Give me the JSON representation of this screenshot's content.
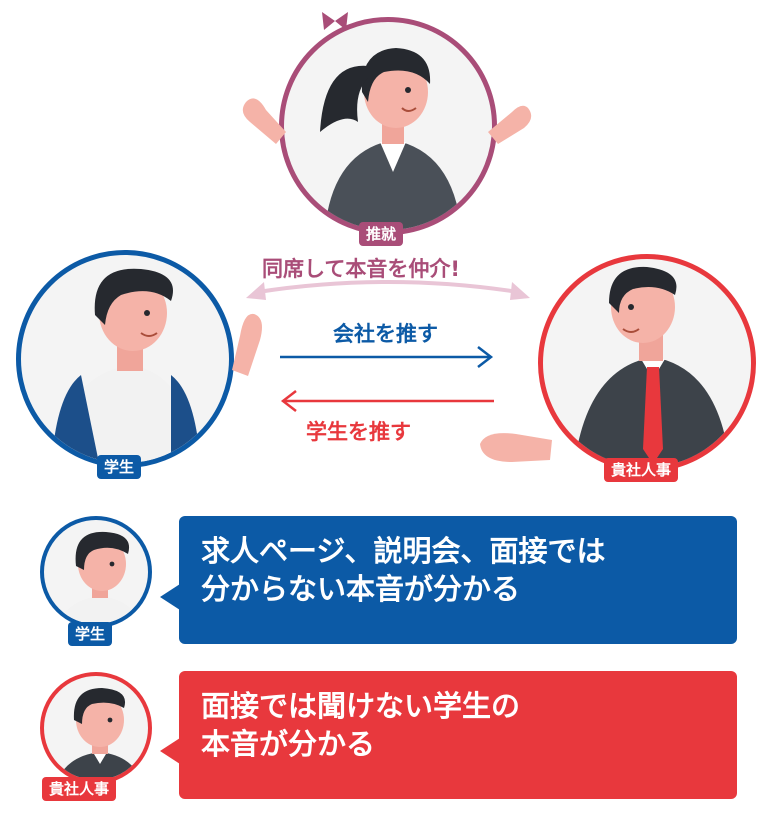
{
  "colors": {
    "agent": "#a94d78",
    "student": "#0c5aa6",
    "company": "#e8383d",
    "mediation_arrow": "#e9c5d6"
  },
  "top_diagram": {
    "agent_badge": "推就",
    "mediation_label": "同席して本音を仲介!",
    "student_badge": "学生",
    "company_badge": "貴社人事",
    "arrow_to_company_label": "会社を推す",
    "arrow_to_student_label": "学生を推す"
  },
  "bubbles": [
    {
      "badge": "学生",
      "line1": "求人ページ、説明会、面接では",
      "line2": "分からない本音が分かる"
    },
    {
      "badge": "貴社人事",
      "line1": "面接では聞けない学生の",
      "line2": "本音が分かる"
    }
  ],
  "icons": [
    "agent-woman-illustration",
    "student-man-illustration",
    "company-hr-man-illustration"
  ]
}
